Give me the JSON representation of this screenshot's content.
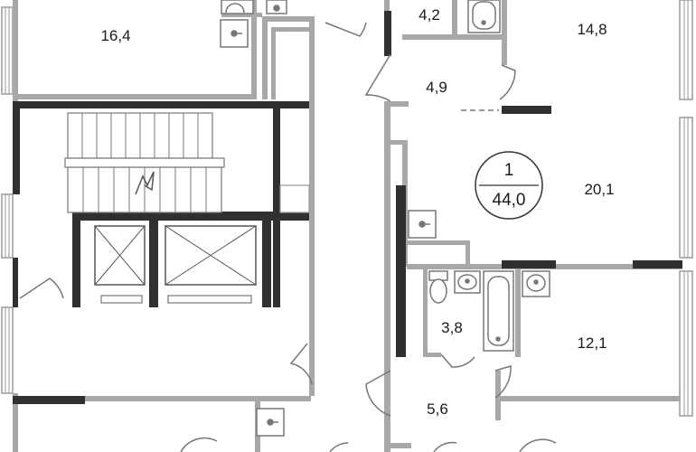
{
  "rooms": [
    {
      "id": "top-left-room",
      "area": "16,4"
    },
    {
      "id": "top-bath",
      "area": "4,2"
    },
    {
      "id": "top-right-room",
      "area": "14,8"
    },
    {
      "id": "upper-hall",
      "area": "4,9"
    },
    {
      "id": "middle-room",
      "area": "20,1"
    },
    {
      "id": "middle-bath",
      "area": "3,8"
    },
    {
      "id": "lower-right-room",
      "area": "12,1"
    },
    {
      "id": "lower-hall",
      "area": "5,6"
    }
  ],
  "apartment_marker": {
    "number": "1",
    "total_area": "44,0"
  },
  "colors": {
    "wall": "#303030",
    "partition": "#a8a8a8",
    "fixture": "#777777",
    "window": "#9a9a9a",
    "background": "#ffffff"
  }
}
